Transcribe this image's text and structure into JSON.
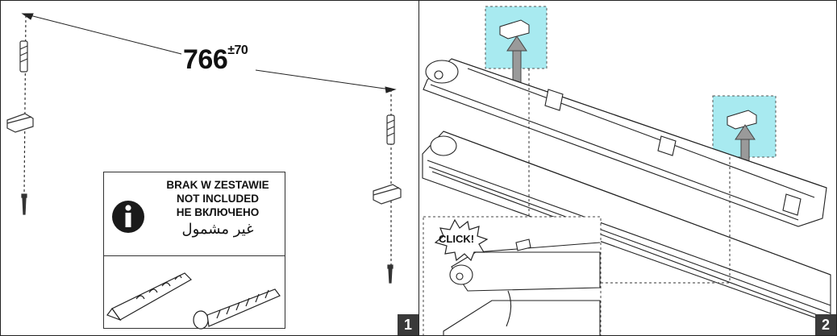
{
  "panels": [
    {
      "dimension": {
        "value": "766",
        "tolerance": "±70"
      },
      "notice": {
        "line_pl": "BRAK W ZESTAWIE",
        "line_en": "NOT INCLUDED",
        "line_ru": "НЕ ВКЛЮЧЕНО",
        "line_ar": "غير مشمول"
      },
      "step_number": "1"
    },
    {
      "callout": "CLICK!",
      "step_number": "2"
    }
  ],
  "colors": {
    "highlight": "#a8eaf0",
    "arrow": "#9a9a9a",
    "badge": "#3a3a3a"
  }
}
